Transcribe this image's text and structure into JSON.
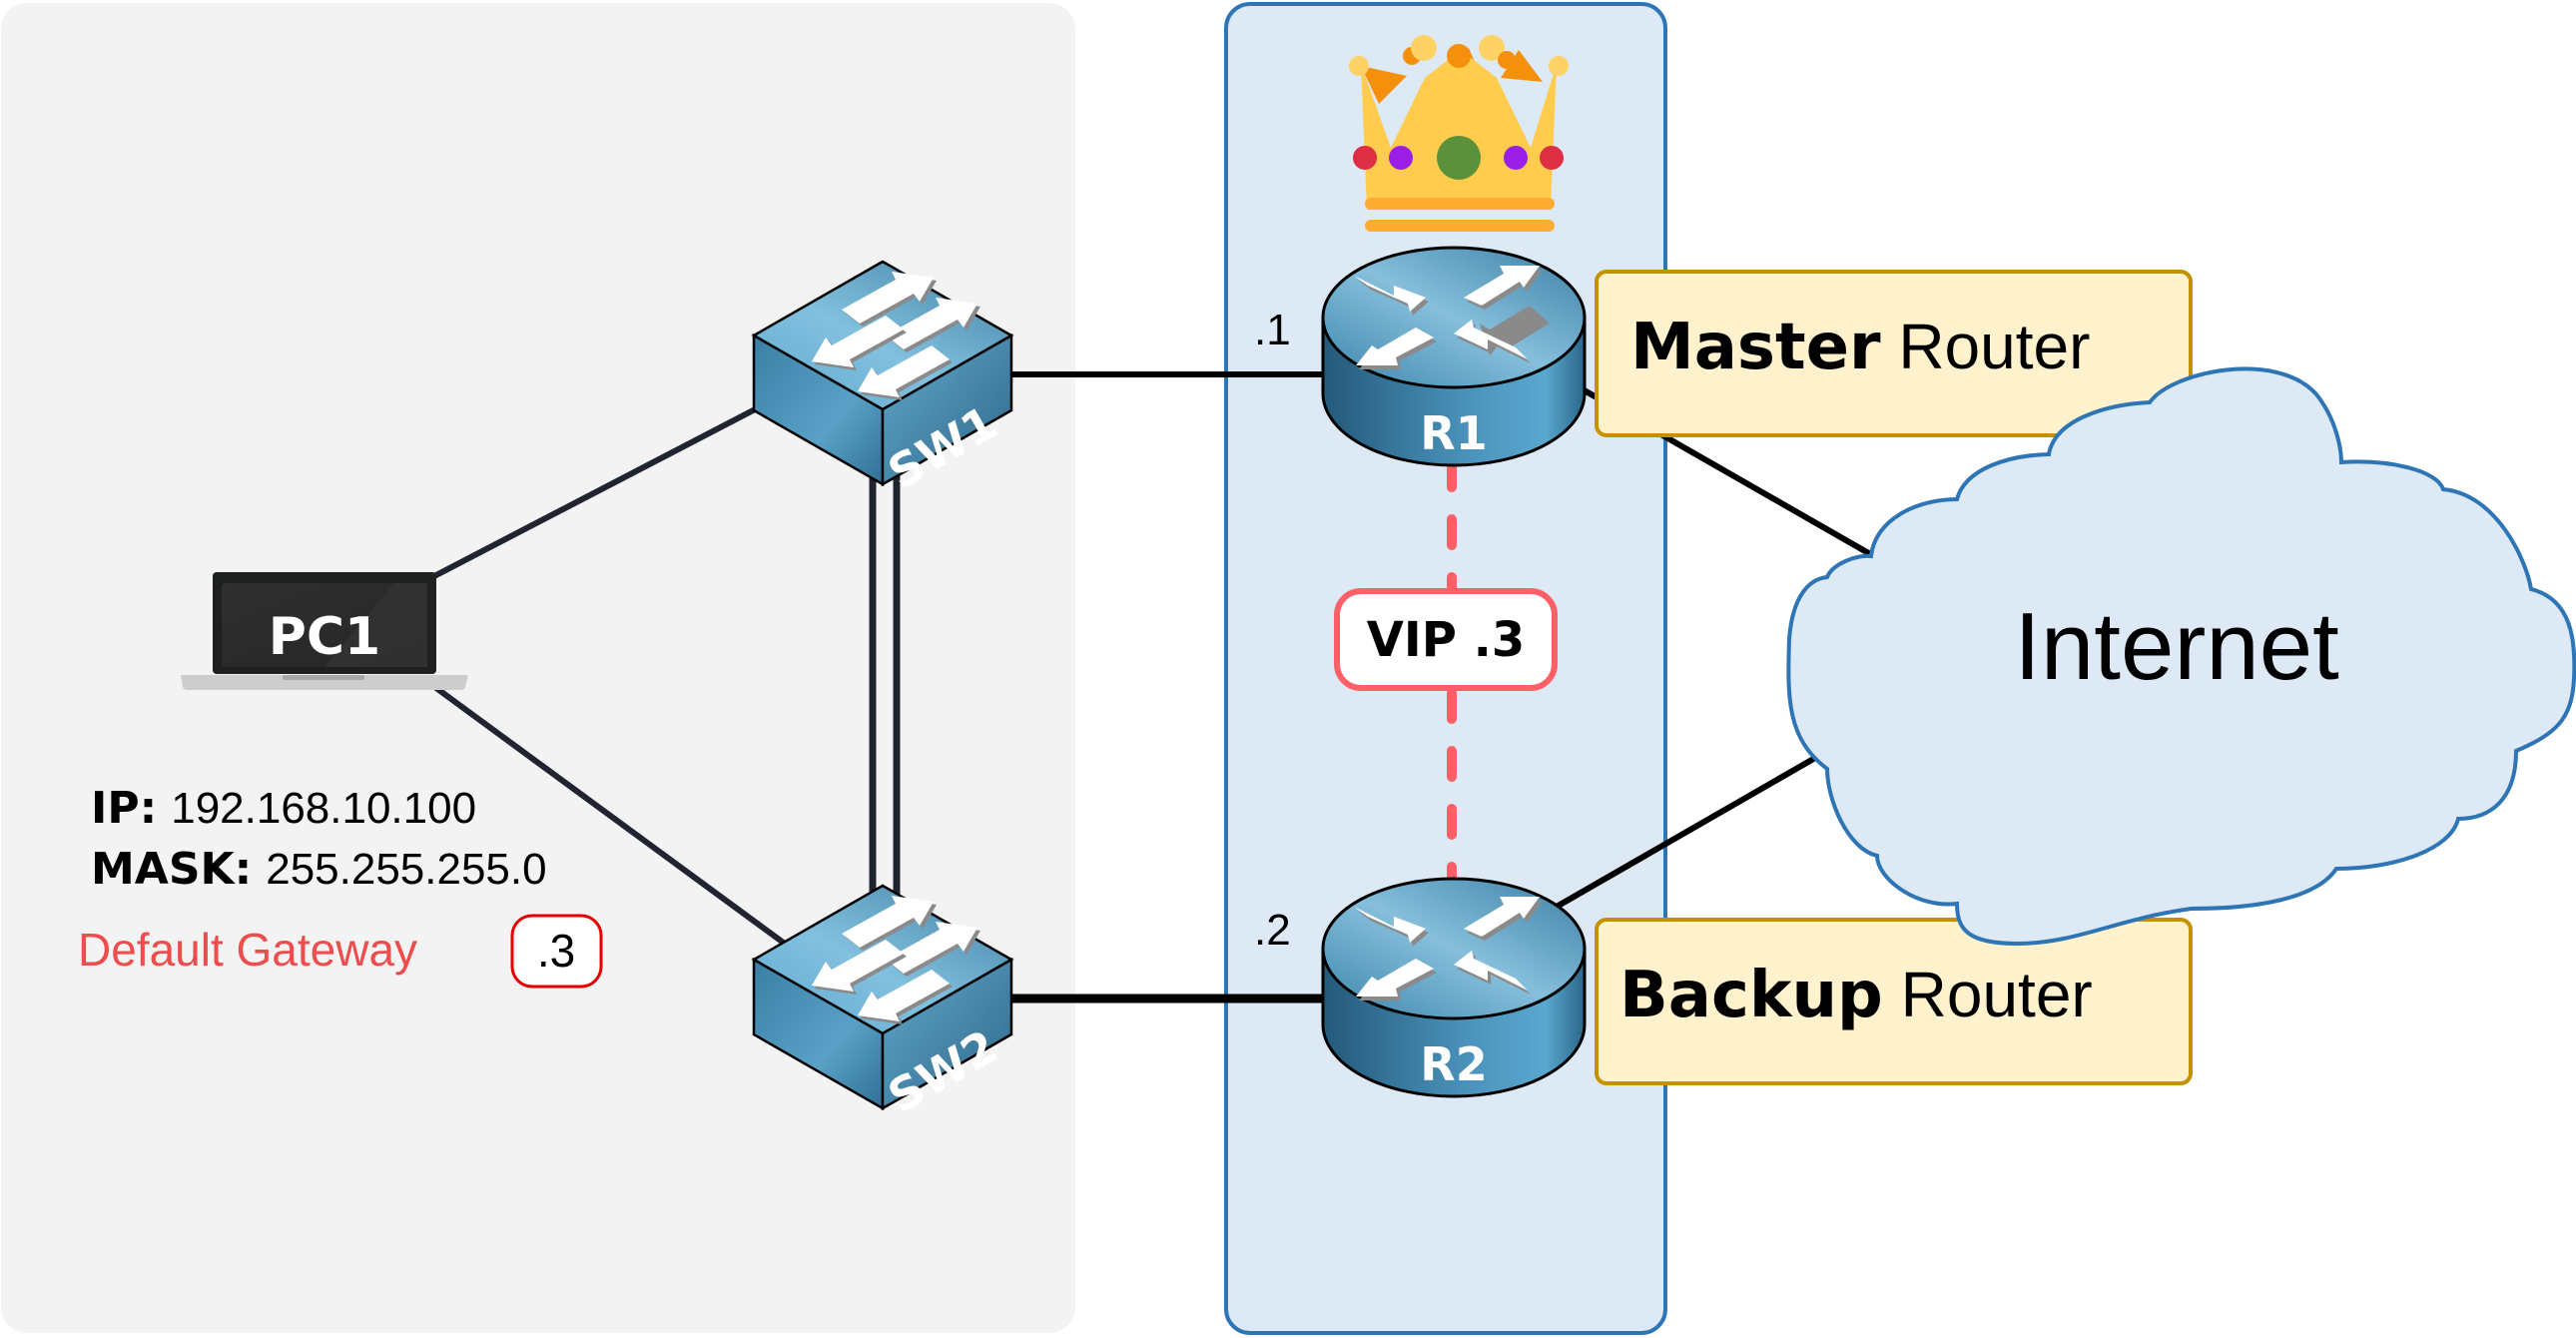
{
  "diagram": {
    "title": "VRRP / First Hop Redundancy topology",
    "zones": {
      "lan": {
        "name": "lan-zone",
        "fill": "#f3f3f3"
      },
      "routers": {
        "name": "router-zone",
        "fill": "#dde9f5",
        "border": "#2e75b6"
      }
    },
    "pc": {
      "label": "PC1",
      "ip_label": "IP:",
      "ip_value": "192.168.10.100",
      "mask_label": "MASK:",
      "mask_value": "255.255.255.0",
      "gateway_label": "Default Gateway",
      "gateway_value": ".3"
    },
    "switches": [
      {
        "label": "SW1"
      },
      {
        "label": "SW2"
      }
    ],
    "routers": [
      {
        "label": "R1",
        "interface_ip": ".1",
        "role_bold": "Master",
        "role_rest": " Router"
      },
      {
        "label": "R2",
        "interface_ip": ".2",
        "role_bold": "Backup",
        "role_rest": " Router"
      }
    ],
    "vip": {
      "label": "VIP .3"
    },
    "cloud": {
      "label": "Internet"
    },
    "colors": {
      "accent_red": "#ff5a5f",
      "gateway_red": "#ee4444",
      "badge_red": "#e60000",
      "role_fill": "#fff2cc",
      "role_border": "#c49200",
      "device_blue": "#3f86ab",
      "cloud_fill": "#dde9f5",
      "cloud_stroke": "#2e75b6",
      "link": "#1f2430"
    },
    "crown": {
      "icon": "crown-icon"
    }
  }
}
